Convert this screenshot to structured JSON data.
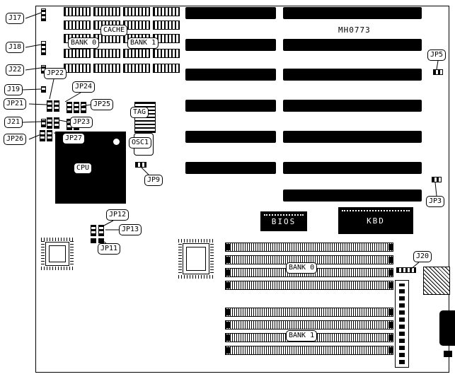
{
  "diagram": {
    "part_number": "MH0773",
    "callouts": {
      "j17": "J17",
      "j18": "J18",
      "j22": "J22",
      "j19": "J19",
      "jp21": "JP21",
      "j21": "J21",
      "jp26": "JP26",
      "jp22": "JP22",
      "jp24": "JP24",
      "jp25": "JP25",
      "jp23": "JP23",
      "jp27": "JP27",
      "tag": "TAG",
      "osc1": "OSC1",
      "cpu": "CPU",
      "jp9": "JP9",
      "jp12": "JP12",
      "jp13": "JP13",
      "jp11": "JP11",
      "jp5": "JP5",
      "jp3": "JP3",
      "j20": "J20"
    },
    "cache": {
      "title": "CACHE",
      "bank0": "BANK 0",
      "bank1": "BANK 1"
    },
    "chips": {
      "bios": "BIOS",
      "kbd": "KBD"
    },
    "memory": {
      "bank0": "BANK 0",
      "bank1": "BANK 1"
    }
  }
}
